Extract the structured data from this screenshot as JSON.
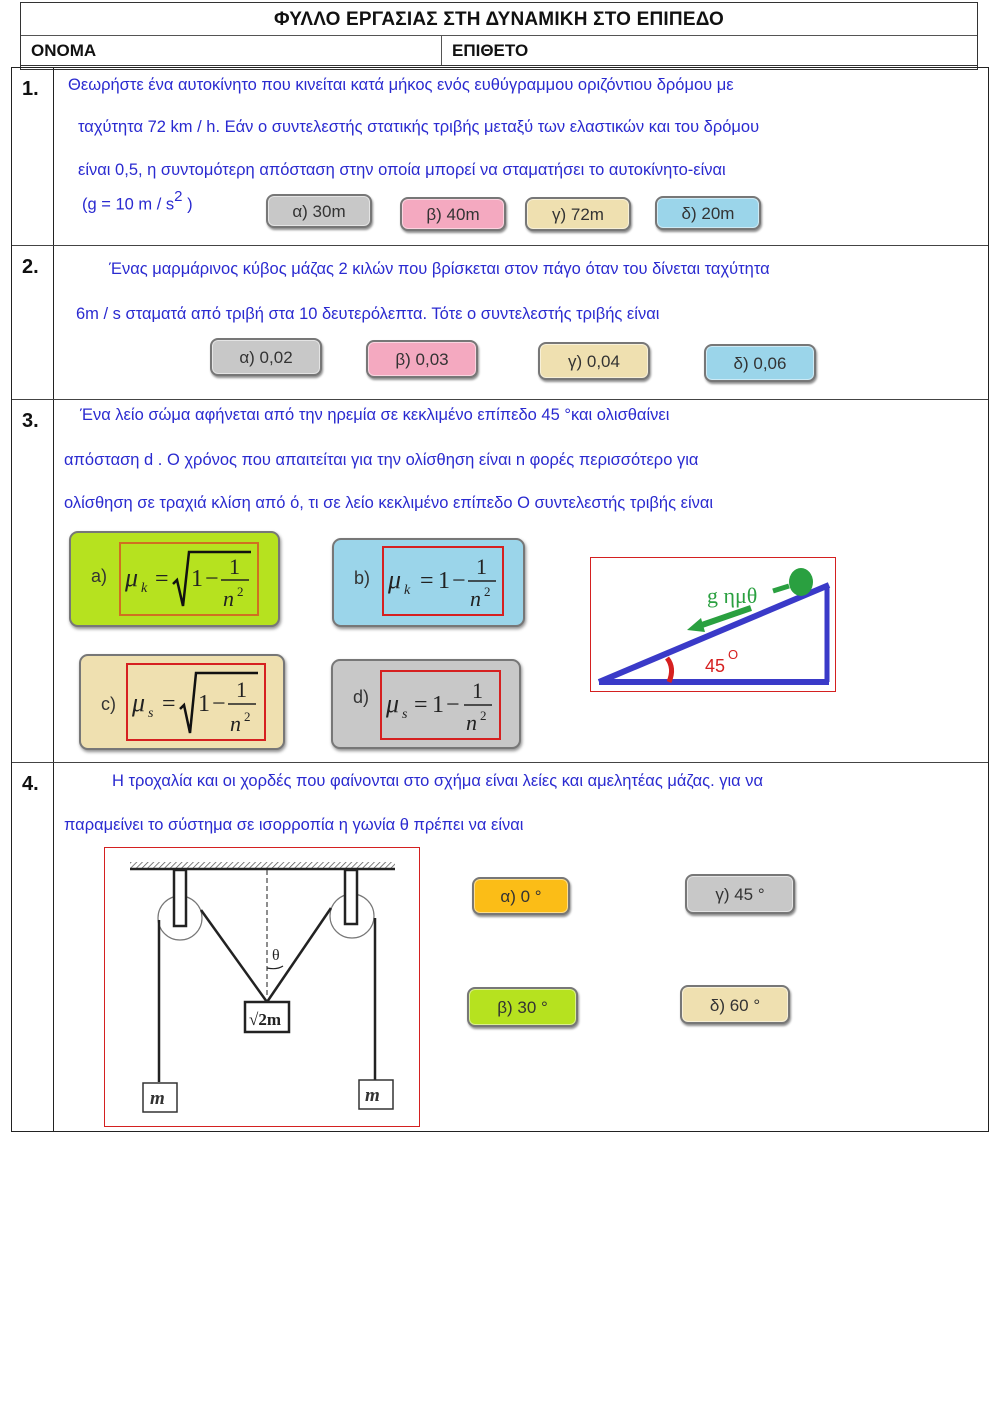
{
  "header": {
    "title": "ΦΥΛΛΟ ΕΡΓΑΣΙΑΣ ΣΤΗ ΔΥΝΑΜΙΚΗ ΣΤΟ ΕΠΙΠΕΔΟ",
    "name_label": "ΟΝΟΜΑ",
    "surname_label": "ΕΠΙΘΕΤΟ"
  },
  "colors": {
    "question_text": "#2a2ad0",
    "gray": "#c8c8c8",
    "pink": "#f4a9c0",
    "tan": "#efe0b0",
    "blue": "#9bd5ea",
    "green": "#b6e21f",
    "orange": "#fbbd17",
    "frame_red": "#d42020",
    "incline_blue": "#3a3ac8",
    "arrow_green": "#2aa040"
  },
  "questions": [
    {
      "number": "1.",
      "lines": [
        "Θεωρήστε ένα αυτοκίνητο που κινείται κατά μήκος ενός ευθύγραμμου οριζόντιου δρόμου με",
        "ταχύτητα 72 km / h. Εάν ο συντελεστής στατικής τριβής μεταξύ των ελαστικών και του δρόμου",
        "είναι 0,5, η συντομότερη απόσταση στην οποία μπορεί να σταματήσει το αυτοκίνητο-είναι",
        "(g = 10 m / s",
        "2",
        ")"
      ],
      "options": [
        "α) 30m",
        "β) 40m",
        "γ) 72m",
        "δ) 20m"
      ]
    },
    {
      "number": "2.",
      "lines": [
        "Ένας μαρμάρινος κύβος μάζας 2 κιλών που βρίσκεται στον πάγο όταν του δίνεται ταχύτητα",
        "6m / s σταματά από τριβή στα 10 δευτερόλεπτα. Τότε ο συντελεστής τριβής είναι"
      ],
      "options": [
        "α) 0,02",
        "β) 0,03",
        "γ) 0,04",
        "δ) 0,06"
      ]
    },
    {
      "number": "3.",
      "lines": [
        "Ένα  λείο  σώμα  αφήνεται από την ηρεμία σε κεκλιμένο επίπεδο 45 °και ολισθαίνει",
        "απόσταση   d  . Ο χρόνος που απαιτείται για την ολίσθηση είναι   n   φορές περισσότερο για",
        "ολίσθηση σε τραχιά κλίση από ό, τι σε λείο κεκλιμένο επίπεδο Ο συντελεστής τριβής είναι"
      ],
      "options": [
        {
          "label": "a)",
          "mu": "μ",
          "sub": "k",
          "sqrt": true,
          "one": "1",
          "minus": "−",
          "num": "1",
          "den": "n",
          "exp": "2"
        },
        {
          "label": "b)",
          "mu": "μ",
          "sub": "k",
          "sqrt": false,
          "one": "1",
          "minus": "−",
          "num": "1",
          "den": "n",
          "exp": "2"
        },
        {
          "label": "c)",
          "mu": "μ",
          "sub": "s",
          "sqrt": true,
          "one": "1",
          "minus": "−",
          "num": "1",
          "den": "n",
          "exp": "2"
        },
        {
          "label": "d)",
          "mu": "μ",
          "sub": "s",
          "sqrt": false,
          "one": "1",
          "minus": "−",
          "num": "1",
          "den": "n",
          "exp": "2"
        }
      ],
      "diagram": {
        "force_label": "g  ημθ",
        "angle_label": "45",
        "angle_unit": "O"
      }
    },
    {
      "number": "4.",
      "lines": [
        "Η τροχαλία και οι χορδές που φαίνονται στο σχήμα είναι λείες και αμελητέας μάζας. για να",
        "παραμείνει το σύστημα σε ισορροπία η γωνία θ πρέπει να είναι"
      ],
      "options": [
        "α) 0 °",
        "γ) 45 °",
        "β) 30 °",
        "δ) 60 °"
      ],
      "diagram": {
        "theta": "θ",
        "center_mass": "√2m",
        "left_mass": "m",
        "right_mass": "m"
      }
    }
  ]
}
